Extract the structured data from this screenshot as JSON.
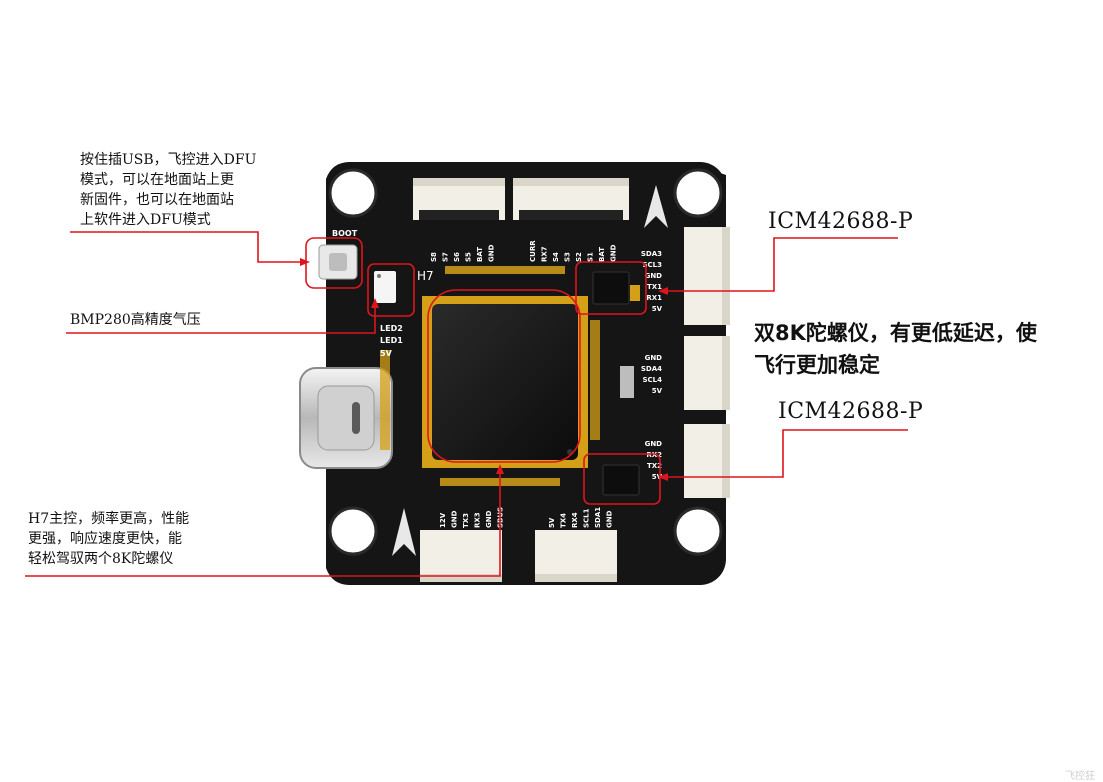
{
  "annotations": {
    "boot": "按住插USB，飞控进入DFU\n模式，可以在地面站上更\n新固件，也可以在地面站\n上软件进入DFU模式",
    "baro": "BMP280高精度气压",
    "mcu": "H7主控，频率更高，性能\n更强，响应速度更快，能\n轻松驾驭两个8K陀螺仪",
    "gyro_title": "双8K陀螺仪，有更低延迟，使\n飞行更加稳定",
    "gyro1": "ICM42688-P",
    "gyro2": "ICM42688-P"
  },
  "board": {
    "boot_label": "BOOT",
    "h7_label": "H7",
    "led2": "LED2",
    "led1": "LED1",
    "v5_left": "5V",
    "top_pins_left": [
      "S8",
      "S7",
      "S6",
      "S5",
      "BAT",
      "GND"
    ],
    "top_pins_right": [
      "CURR",
      "RX7",
      "S4",
      "S3",
      "S2",
      "S1",
      "BAT",
      "GND"
    ],
    "right_pins_1": [
      "SDA3",
      "SCL3",
      "GND",
      "TX1",
      "RX1",
      "5V"
    ],
    "right_pins_2": [
      "GND",
      "SDA4",
      "SCL4",
      "5V"
    ],
    "right_pins_3": [
      "GND",
      "RX2",
      "TX2",
      "5V"
    ],
    "bottom_pins_left": [
      "12V",
      "GND",
      "TX3",
      "RX3",
      "GND",
      "SBUS"
    ],
    "bottom_pins_right": [
      "5V",
      "TX4",
      "RX4",
      "SCL1",
      "SDA1",
      "GND"
    ]
  },
  "colors": {
    "pcb": "#151515",
    "callout": "#e0141c",
    "gold": "#d4a017",
    "connector": "#f2efe6"
  },
  "watermark": "飞控狂"
}
